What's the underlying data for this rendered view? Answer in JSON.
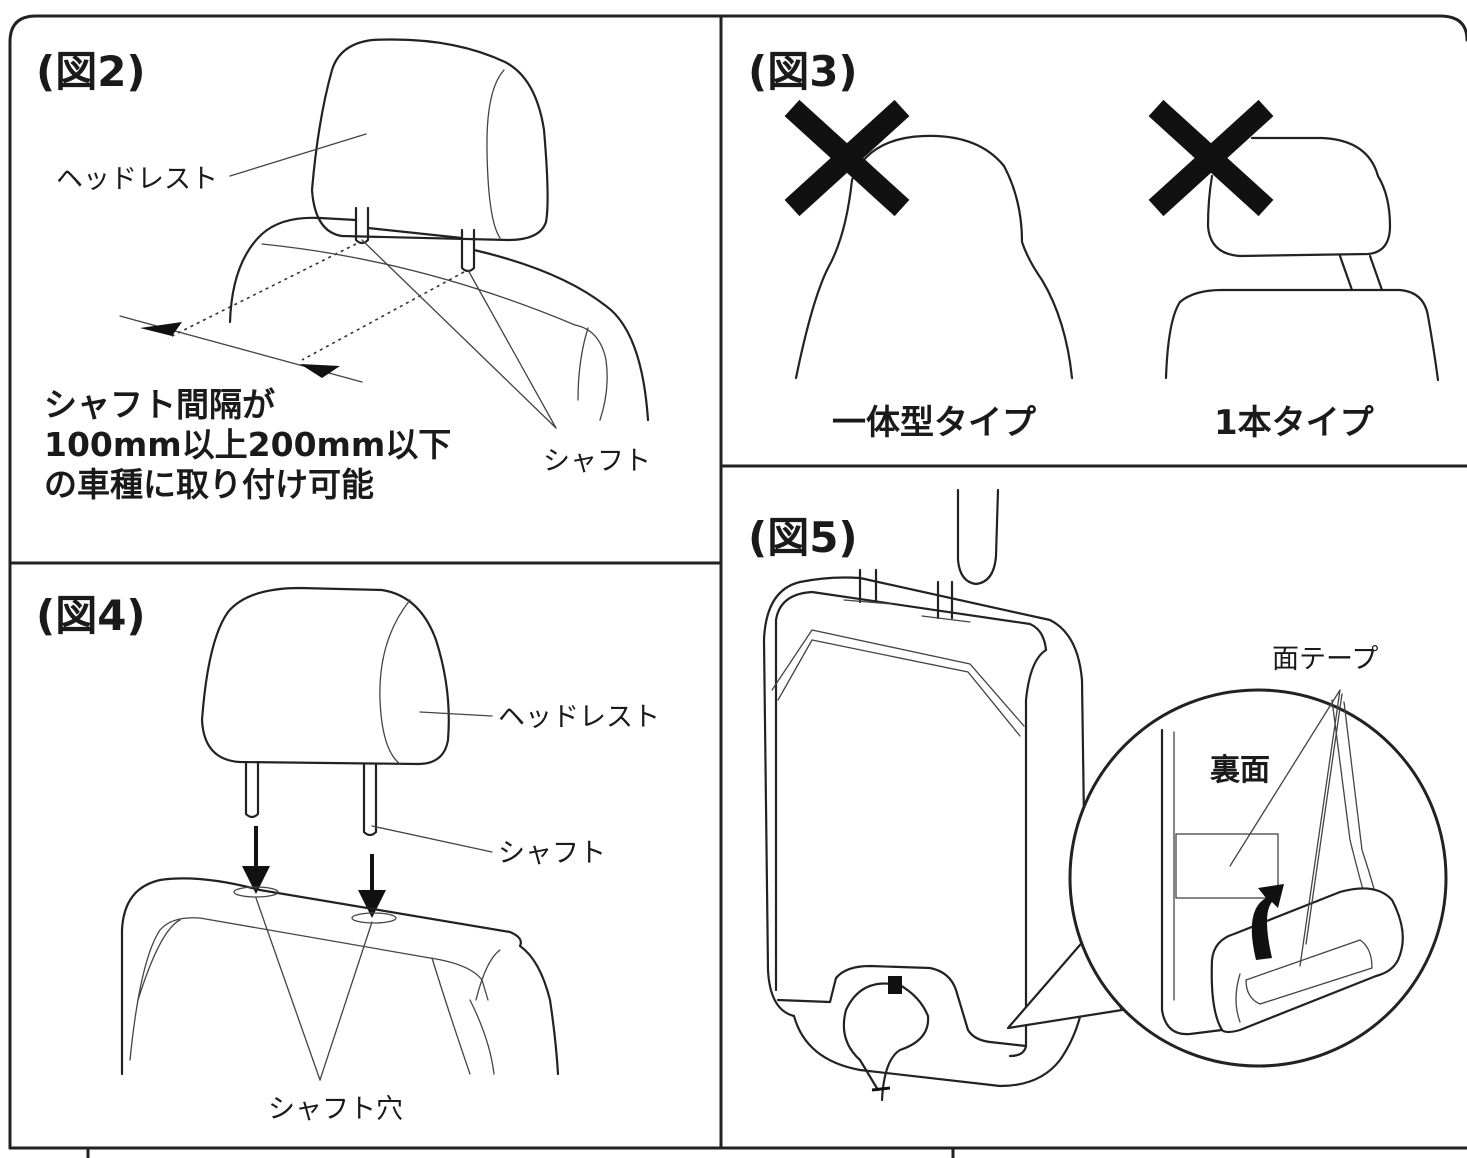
{
  "panels": {
    "fig2": {
      "title": "(図2)",
      "headrest_label": "ヘッドレスト",
      "shaft_label": "シャフト",
      "note_lines": [
        "シャフト間隔が",
        "100mm以上200mm以下",
        "の車種に取り付け可能"
      ]
    },
    "fig3": {
      "title": "(図3)",
      "left_caption": "一体型タイプ",
      "right_caption": "1本タイプ"
    },
    "fig4": {
      "title": "(図4)",
      "headrest_label": "ヘッドレスト",
      "shaft_label": "シャフト",
      "shaft_hole_label": "シャフト穴"
    },
    "fig5": {
      "title": "(図5)",
      "tape_label": "面テープ",
      "back_label": "裏面"
    }
  }
}
